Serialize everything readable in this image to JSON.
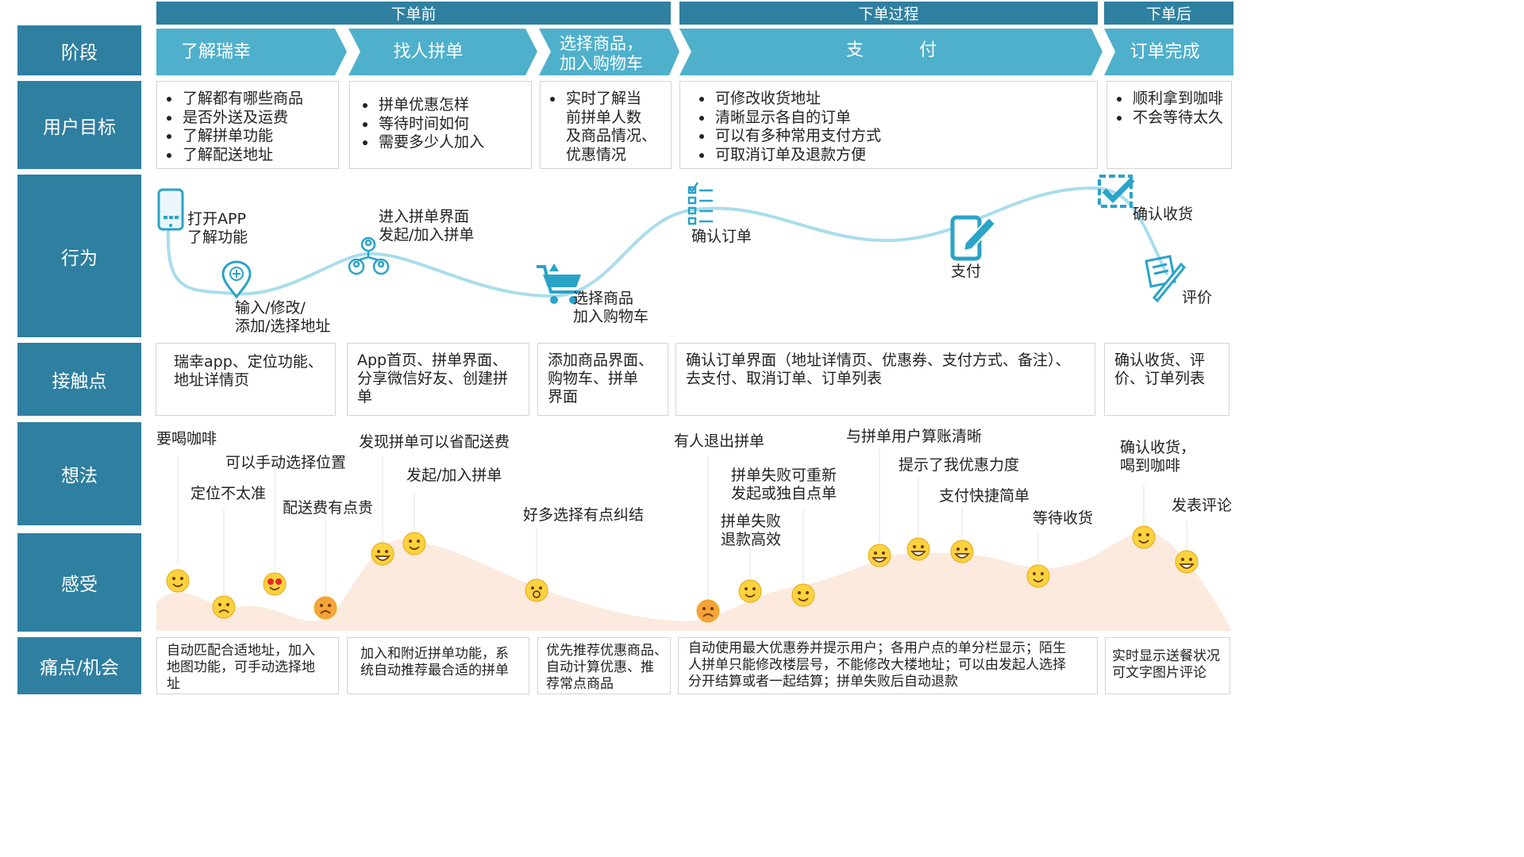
{
  "phases": {
    "before": "下单前",
    "during": "下单过程",
    "after": "下单后"
  },
  "row_labels": {
    "stage": "阶段",
    "goal": "用户目标",
    "behavior": "行为",
    "touchpoint": "接触点",
    "thought": "想法",
    "feeling": "感受",
    "pain": "痛点/机会"
  },
  "stages": [
    "了解瑞幸",
    "找人拼单",
    "选择商品，\n加入购物车",
    "支          付",
    "订单完成"
  ],
  "goals": [
    [
      "了解都有哪些商品",
      "是否外送及运费",
      "了解拼单功能",
      "了解配送地址"
    ],
    [
      "拼单优惠怎样",
      "等待时间如何",
      "需要多少人加入"
    ],
    [
      "实时了解当\n前拼单人数\n及商品情况、\n优惠情况"
    ],
    [
      "可修改收货地址",
      "清晰显示各自的订单",
      "可以有多种常用支付方式",
      "可取消订单及退款方便"
    ],
    [
      "顺利拿到咖啡",
      "不会等待太久"
    ]
  ],
  "behaviors": [
    "打开APP\n了解功能",
    "输入/修改/\n添加/选择地址",
    "进入拼单界面\n发起/加入拼单",
    "选择商品\n加入购物车",
    "确认订单",
    "支付",
    "确认收货",
    "评价"
  ],
  "touchpoints": [
    "瑞幸app、定位功能、\n地址详情页",
    "App首页、拼单界面、\n分享微信好友、创建拼\n单",
    "添加商品界面、\n购物车、拼单\n界面",
    "确认订单界面（地址详情页、优惠券、支付方式、备注）、\n去支付、取消订单、订单列表",
    "确认收货、评\n价、订单列表"
  ],
  "thoughts": [
    "要喝咖啡",
    "可以手动选择位置",
    "定位不太准",
    "配送费有点贵",
    "发现拼单可以省配送费",
    "发起/加入拼单",
    "好多选择有点纠结",
    "有人退出拼单",
    "拼单失败可重新\n发起或独自点单",
    "拼单失败\n退款高效",
    "与拼单用户算账清晰",
    "提示了我优惠力度",
    "支付快捷简单",
    "等待收货",
    "确认收货，\n喝到咖啡",
    "发表评论"
  ],
  "pains": [
    "自动匹配合适地址，加入\n地图功能，可手动选择地\n址",
    "加入和附近拼单功能，系\n统自动推荐最合适的拼单",
    "优先推荐优惠商品、\n自动计算优惠、推\n荐常点商品",
    "自动使用最大优惠券并提示用户；各用户点的单分栏显示；陌生\n人拼单只能修改楼层号，不能修改大楼地址；可以由发起人选择\n分开结算或者一起结算；拼单失败后自动退款",
    "实时显示送餐状况\n可文字图片评论"
  ],
  "colors": {
    "label_bg": "#2e7fa0",
    "stage_bg": "#4fb0cc",
    "line": "#a9ddec",
    "area": "#fbeadd",
    "icon": "#2aa3c9",
    "face": "#fcd23f"
  }
}
